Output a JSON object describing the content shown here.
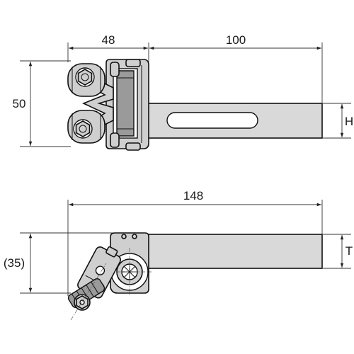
{
  "top_view": {
    "dim_width_knurl_head": "48",
    "dim_shank_length": "100",
    "dim_head_height": "50",
    "dim_shank_height": "H"
  },
  "side_view": {
    "dim_overall_length": "148",
    "dim_head_depth": "(35)",
    "dim_shank_thickness": "T"
  }
}
